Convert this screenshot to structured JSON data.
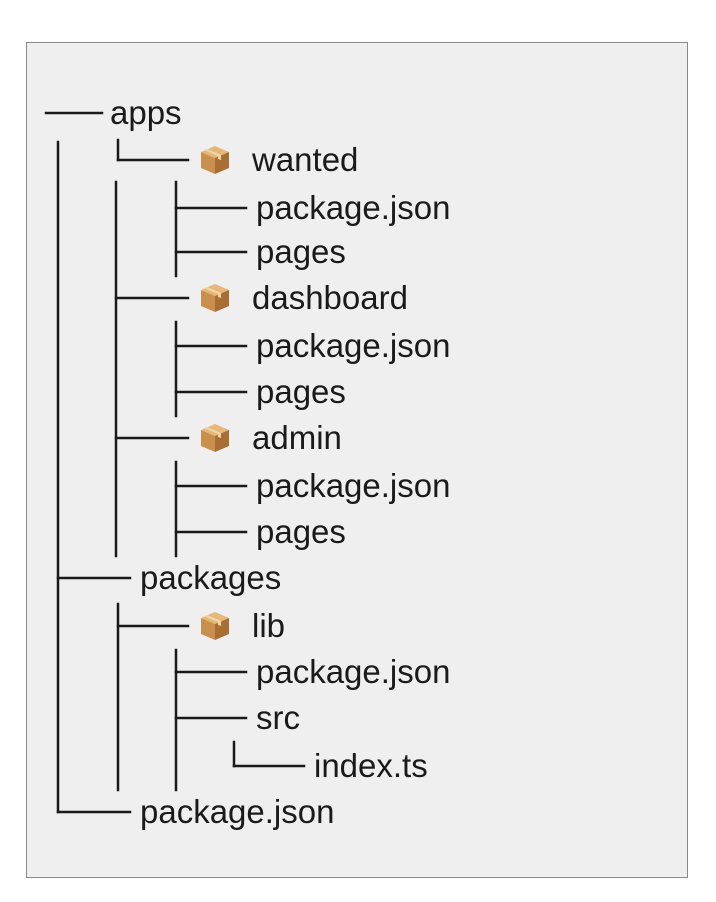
{
  "colors": {
    "background": "#efefef",
    "border": "#8a8a8a",
    "line": "#1a1a1a",
    "box": "#c98f4c"
  },
  "tree": {
    "apps": "apps",
    "wanted": {
      "label": "wanted",
      "icon": "package-box-icon"
    },
    "wanted_package_json": "package.json",
    "wanted_pages": "pages",
    "dashboard": {
      "label": "dashboard",
      "icon": "package-box-icon"
    },
    "dashboard_package_json": "package.json",
    "dashboard_pages": "pages",
    "admin": {
      "label": "admin",
      "icon": "package-box-icon"
    },
    "admin_package_json": "package.json",
    "admin_pages": "pages",
    "packages": "packages",
    "lib": {
      "label": "lib",
      "icon": "package-box-icon"
    },
    "lib_package_json": "package.json",
    "lib_src": "src",
    "lib_index_ts": "index.ts",
    "root_package_json": "package.json"
  }
}
